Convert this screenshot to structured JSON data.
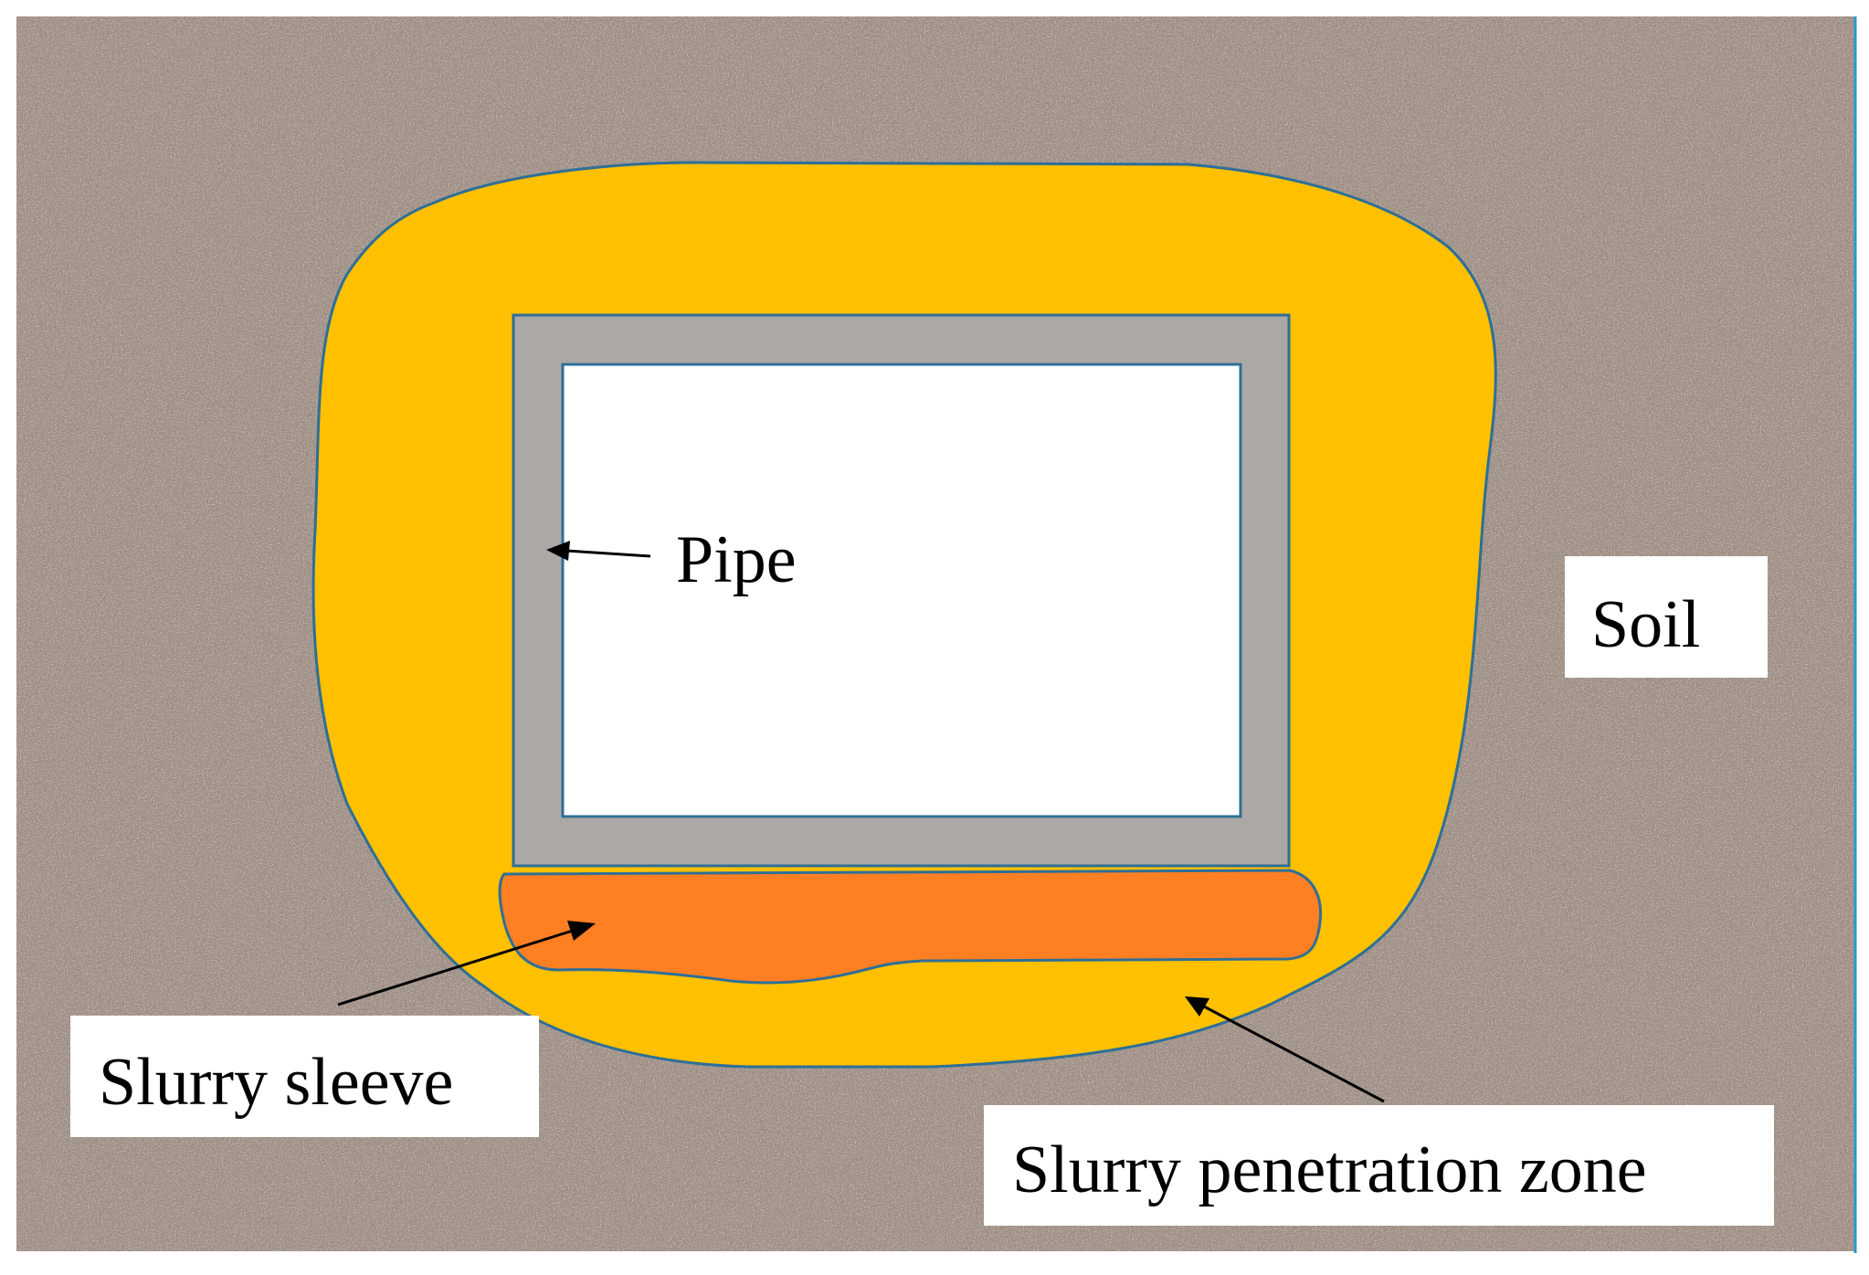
{
  "labels": {
    "pipe": "Pipe",
    "soil": "Soil",
    "slurry_sleeve": "Slurry sleeve",
    "slurry_penetration_zone": "Slurry penetration zone"
  },
  "colors": {
    "soil_base": "#9c8c82",
    "soil_light": "#d9d0c6",
    "soil_dark": "#6a5a50",
    "penetration_zone": "#ffc000",
    "sleeve": "#ff7f22",
    "pipe_wall": "#aca8a5",
    "pipe_inner": "#ffffff",
    "outline": "#2e6f97",
    "label_box": "#ffffff",
    "text": "#000000",
    "frame_edge": "#2a9ad0"
  }
}
